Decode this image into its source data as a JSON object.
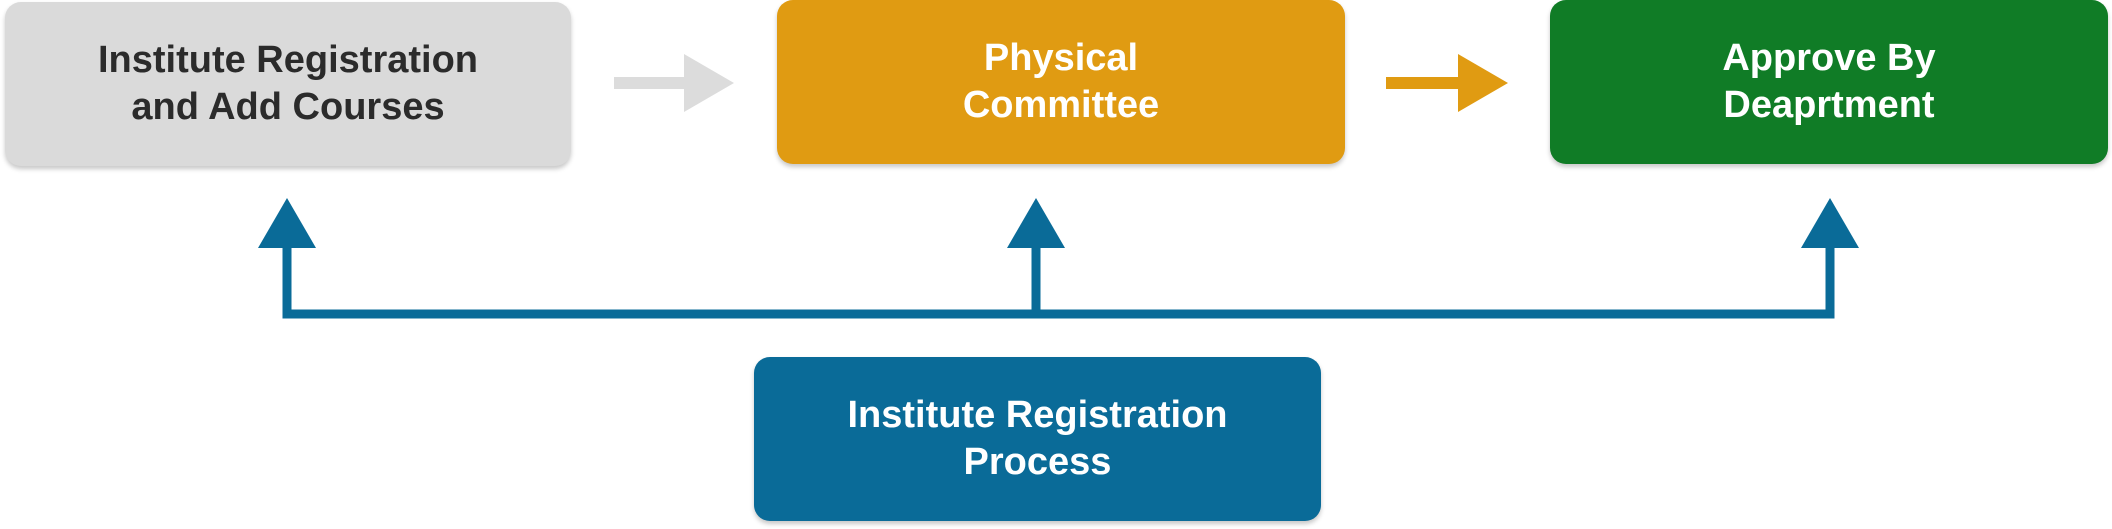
{
  "diagram": {
    "nodes": [
      {
        "id": "registration-courses",
        "lines": [
          "Institute Registration",
          "and Add Courses"
        ],
        "bg": "#dadada",
        "fg": "#2b2b2b"
      },
      {
        "id": "physical-committee",
        "lines": [
          "Physical",
          "Committee"
        ],
        "bg": "#e09b12",
        "fg": "#ffffff"
      },
      {
        "id": "approve-department",
        "lines": [
          "Approve By",
          "Deaprtment"
        ],
        "bg": "#107c26",
        "fg": "#ffffff"
      },
      {
        "id": "registration-process",
        "lines": [
          "Institute Registration",
          "Process"
        ],
        "bg": "#0a6b98",
        "fg": "#ffffff"
      }
    ],
    "edges": [
      {
        "from": "registration-courses",
        "to": "physical-committee",
        "color": "#dcdcdc"
      },
      {
        "from": "physical-committee",
        "to": "approve-department",
        "color": "#e09b12"
      },
      {
        "from": "registration-process",
        "to": "registration-courses",
        "color": "#0a6b98"
      },
      {
        "from": "registration-process",
        "to": "physical-committee",
        "color": "#0a6b98"
      },
      {
        "from": "registration-process",
        "to": "approve-department",
        "color": "#0a6b98"
      }
    ]
  }
}
